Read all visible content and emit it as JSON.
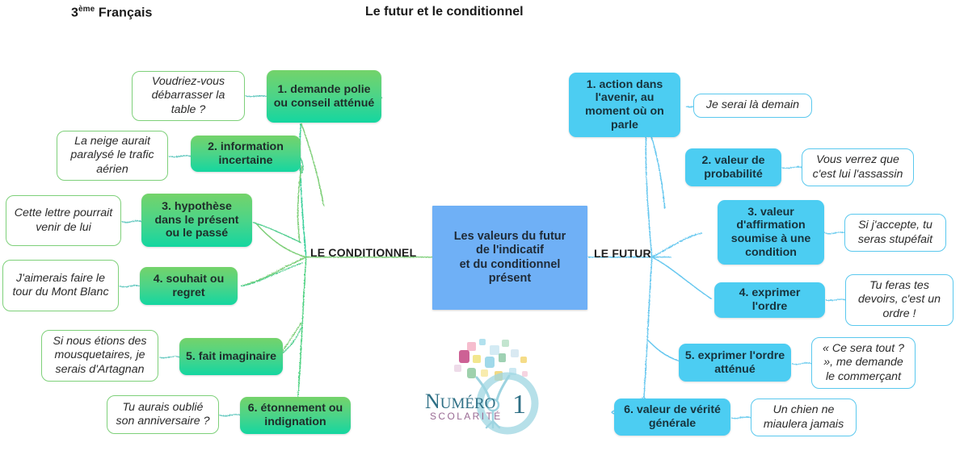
{
  "header": {
    "subject_level": "3",
    "subject_level_sup": "ème",
    "subject_name": " Français",
    "document_title": "Le futur et le conditionnel"
  },
  "colors": {
    "center_blue": "#6fb0f6",
    "branch_blue": "#4ccdf2",
    "branch_green_top": "#74d36a",
    "branch_green_bottom": "#14d6a0",
    "example_border_green": "#7ed07a",
    "example_border_blue": "#5ac8ee",
    "text_dark": "#1f2a36"
  },
  "center_node": {
    "line1": "Les valeurs du futur",
    "line2": "de l'indicatif",
    "line3": "et du conditionnel",
    "line4": "présent"
  },
  "branches": [
    {
      "id": "conditionnel",
      "label": "LE CONDITIONNEL",
      "side": "left",
      "color": "green",
      "nodes": [
        {
          "n": 1,
          "label": "1. demande polie ou  conseil atténué",
          "example": "Voudriez-vous débarrasser la table ?"
        },
        {
          "n": 2,
          "label": "2. information incertaine",
          "example": "La neige aurait paralysé le trafic aérien"
        },
        {
          "n": 3,
          "label": "3. hypothèse dans le présent ou le passé",
          "example": "Cette lettre pourrait venir de lui"
        },
        {
          "n": 4,
          "label": "4. souhait ou regret",
          "example": "J'aimerais faire le tour du Mont Blanc"
        },
        {
          "n": 5,
          "label": "5. fait imaginaire",
          "example": "Si nous étions des mousquetaires, je serais d'Artagnan"
        },
        {
          "n": 6,
          "label": "6. étonnement ou indignation",
          "example": "Tu aurais oublié son anniversaire ?"
        }
      ]
    },
    {
      "id": "futur",
      "label": "LE FUTUR",
      "side": "right",
      "color": "blue",
      "nodes": [
        {
          "n": 1,
          "label": "1. action dans l'avenir, au moment où on parle",
          "example": "Je serai là demain"
        },
        {
          "n": 2,
          "label": "2. valeur de probabilité",
          "example": "Vous verrez que c'est lui l'assassin"
        },
        {
          "n": 3,
          "label": "3. valeur d'affirmation soumise à une condition",
          "example": "Si j'accepte, tu seras stupéfait"
        },
        {
          "n": 4,
          "label": "4. exprimer l'ordre",
          "example": "Tu feras tes devoirs, c'est un ordre !"
        },
        {
          "n": 5,
          "label": "5. exprimer l'ordre atténué",
          "example": "« Ce sera tout ? », me demande le commerçant"
        },
        {
          "n": 6,
          "label": "6. valeur de vérité générale",
          "example": "Un chien ne miaulera jamais"
        }
      ]
    }
  ],
  "logo": {
    "name": "Numéro1 Scolarité",
    "word_primary": "N",
    "word_primary_rest": "UMÉRO",
    "word_digit": "1",
    "word_secondary": "S C O L A R I T É"
  }
}
